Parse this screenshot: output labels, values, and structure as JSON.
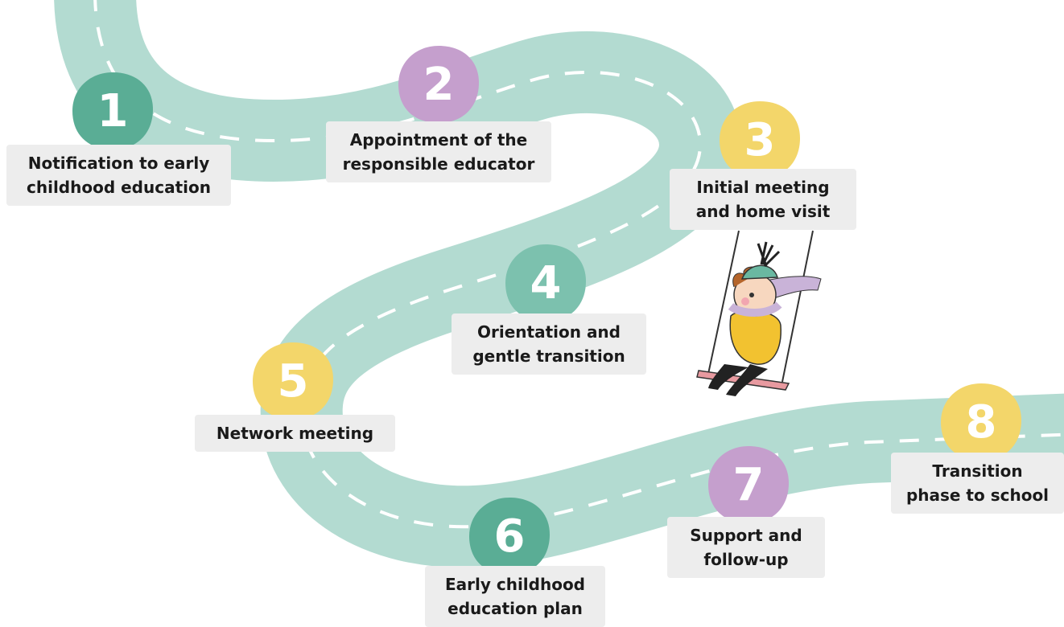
{
  "colors": {
    "road": "#b3dbd1",
    "dash": "#ffffff",
    "green": "#5aad95",
    "purple": "#c59fcd",
    "yellow": "#f3d66a",
    "label_bg": "#ededed"
  },
  "steps": [
    {
      "number": "1",
      "label": "Notification to early\nchildhood education",
      "color": "green"
    },
    {
      "number": "2",
      "label": "Appointment of the\nresponsible educator",
      "color": "purple"
    },
    {
      "number": "3",
      "label": "Initial meeting\nand home visit",
      "color": "yellow"
    },
    {
      "number": "4",
      "label": "Orientation and\ngentle transition",
      "color": "green"
    },
    {
      "number": "5",
      "label": "Network meeting",
      "color": "yellow"
    },
    {
      "number": "6",
      "label": "Early childhood\neducation plan",
      "color": "green"
    },
    {
      "number": "7",
      "label": "Support and\nfollow-up",
      "color": "purple"
    },
    {
      "number": "8",
      "label": "Transition\nphase to school",
      "color": "yellow"
    }
  ]
}
